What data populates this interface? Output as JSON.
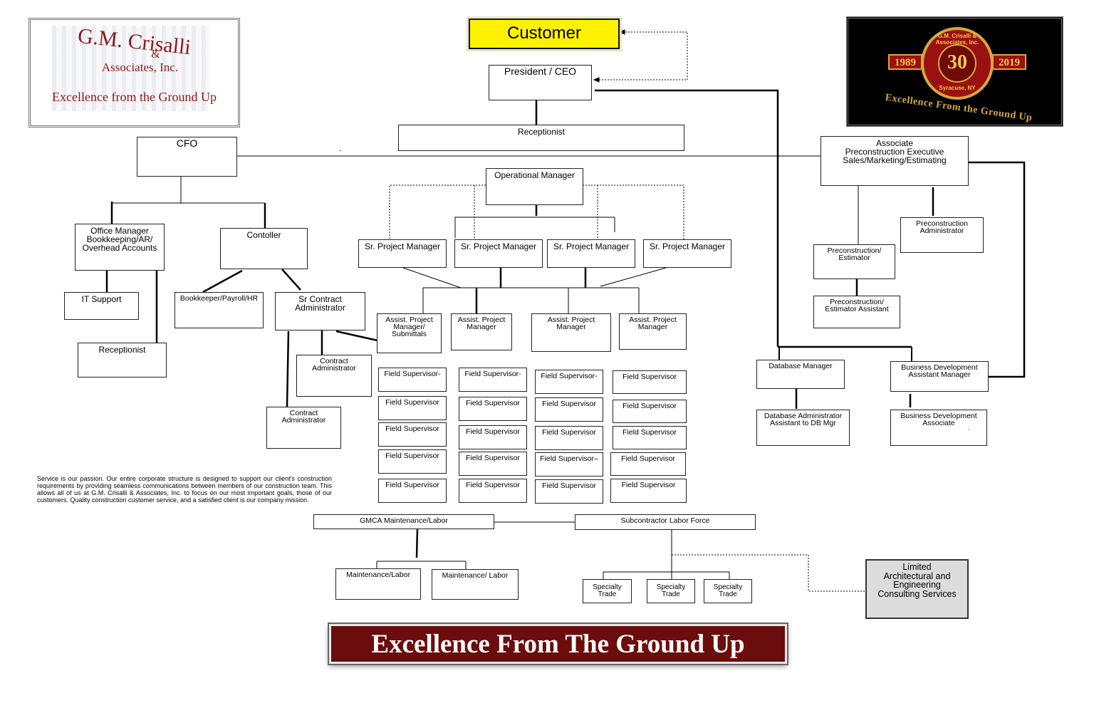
{
  "customer": "Customer",
  "logo_left": {
    "name_line1": "G.M. Crisalli",
    "name_amp": "&",
    "name_line2": "Associates, Inc.",
    "tagline": "Excellence from the Ground Up"
  },
  "logo_right": {
    "year_start": "1989",
    "year_end": "2019",
    "anniversary": "30",
    "ring_text": "G.M. Crisalli & Associates, Inc.",
    "city": "Syracuse, NY",
    "tagline": "Excellence From the Ground Up"
  },
  "nodes": {
    "president": "President / CEO",
    "receptionist_top": "Receptionist",
    "cfo": "CFO",
    "assoc_precon": "Associate\nPreconstruction Executive\nSales/Marketing/Estimating",
    "office_manager": "Office Manager\nBookkeeping/AR/\nOverhead Accounts",
    "controller": "Contoller",
    "it_support": "IT Support",
    "receptionist_left": "Receptionist",
    "bookkeeper": "Bookkeeper/Payroll/HR",
    "sr_contract_admin": "Sr Contract\nAdministrator",
    "contract_admin_1": "Contract\nAdministrator",
    "contract_admin_2": "Contract\nAdministrator",
    "ops_manager": "Operational Manager",
    "spm1": "Sr. Project Manager",
    "spm2": "Sr. Project Manager",
    "spm3": "Sr. Project Manager",
    "spm4": "Sr. Project Manager",
    "apm1": "Assist. Project\nManager/\nSubmittals",
    "apm2": "Assist. Project\nManager",
    "apm3": "Assist. Project\nManager",
    "apm4": "Assist. Project\nManager",
    "precon_admin": "Preconstruction\nAdministrator",
    "precon_estimator": "Preconstruction/\nEstimator",
    "precon_est_assistant": "Preconstruction/\nEstimator Assistant",
    "db_manager": "Database Manager",
    "db_admin": "Database Administrator\nAssistant to DB Mgr",
    "bd_asst_manager": "Business Development\nAssistant Manager",
    "bd_associate": "Business Development\nAssociate",
    "gmca_maint": "GMCA Maintenance/Labor",
    "subcontractor": "Subcontractor Labor Force",
    "maint1": "Maintenance/Labor",
    "maint2": "Maintenance/ Labor",
    "specialty1": "Specialty\nTrade",
    "specialty2": "Specialty\nTrade",
    "specialty3": "Specialty\nTrade",
    "limited": "Limited\nArchitectural and\nEngineering\nConsulting Services"
  },
  "field_supervisors": [
    [
      "Field Supervisor-",
      "Field Supervisor",
      "Field Supervisor",
      "Field Supervisor",
      "Field Supervisor"
    ],
    [
      "Field Supervisor-",
      "Field Supervisor",
      "Field Supervisor",
      "Field Supervisor",
      "Field Supervisor"
    ],
    [
      "Field Supervisor-",
      "Field Supervisor",
      "Field Supervisor",
      "Field Supervisor–",
      "Field Supervisor"
    ],
    [
      "Field Supervisor",
      "Field Supervisor",
      "Field Supervisor",
      "Field Supervisor",
      "Field Supervisor"
    ]
  ],
  "mission": "Service is our passion. Our entire corporate structure is designed to support our client's construction requirements by providing seamless communications between members of our construction team. This allows all of us at G.M. Crisalli & Associates, Inc. to focus on our most important goals, those of our customers. Quality construction customer service, and a satisfied client is our company mission.",
  "stray_dot": ".",
  "bd_associate_dot": ".",
  "banner": "Excellence From The Ground Up"
}
